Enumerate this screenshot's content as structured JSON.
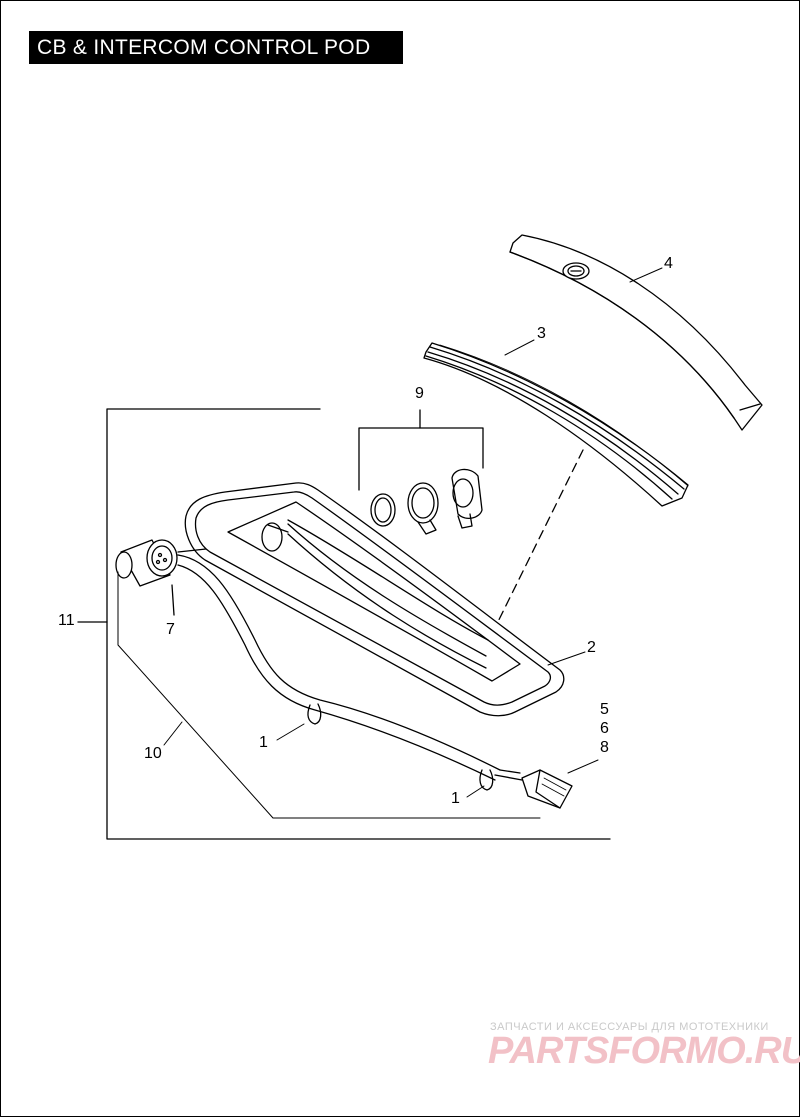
{
  "page": {
    "title": "CB & INTERCOM CONTROL POD"
  },
  "callouts": {
    "c1a": "1",
    "c1b": "1",
    "c2": "2",
    "c3": "3",
    "c4": "4",
    "c5": "5",
    "c6": "6",
    "c8": "8",
    "c7": "7",
    "c9": "9",
    "c10": "10",
    "c11": "11"
  },
  "watermark": {
    "tagline": "ЗАПЧАСТИ И АКСЕССУАРЫ ДЛЯ МОТОТЕХНИКИ",
    "brand": "PARTSFORMO.RU"
  },
  "colors": {
    "line": "#000000",
    "background": "#ffffff",
    "watermark": "#f2c1c7"
  }
}
